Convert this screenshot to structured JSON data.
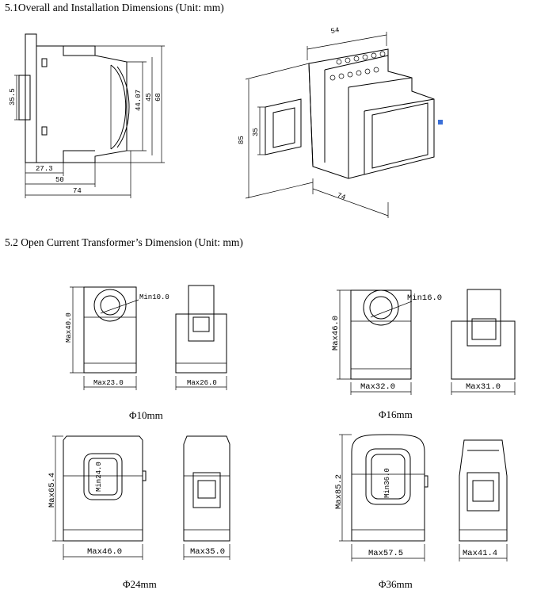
{
  "section1": {
    "heading": "5.1Overall and Installation Dimensions (Unit: mm)",
    "front_dims": {
      "width_1": "27.3",
      "width_2": "50",
      "width_3": "74",
      "rail": "35.5",
      "h1": "44.07",
      "h2": "45",
      "h3": "68"
    },
    "iso_dims": {
      "top": "54",
      "height": "85",
      "rail": "35",
      "depth": "74"
    }
  },
  "section2": {
    "heading": "5.2 Open Current Transformer’s Dimension (Unit: mm)",
    "items": [
      {
        "caption": "Φ10mm",
        "height": "Max40.0",
        "hole": "Min10.0",
        "width": "Max23.0",
        "side": "Max26.0"
      },
      {
        "caption": "Φ16mm",
        "height": "Max46.0",
        "hole": "Min16.0",
        "width": "Max32.0",
        "side": "Max31.0"
      },
      {
        "caption": "Φ24mm",
        "height": "Max65.4",
        "hole": "Min24.0",
        "width": "Max46.0",
        "side": "Max35.0"
      },
      {
        "caption": "Φ36mm",
        "height": "Max85.2",
        "hole": "Min36.0",
        "width": "Max57.5",
        "side": "Max41.4"
      }
    ]
  },
  "colors": {
    "marker": "#3a6fd8"
  }
}
